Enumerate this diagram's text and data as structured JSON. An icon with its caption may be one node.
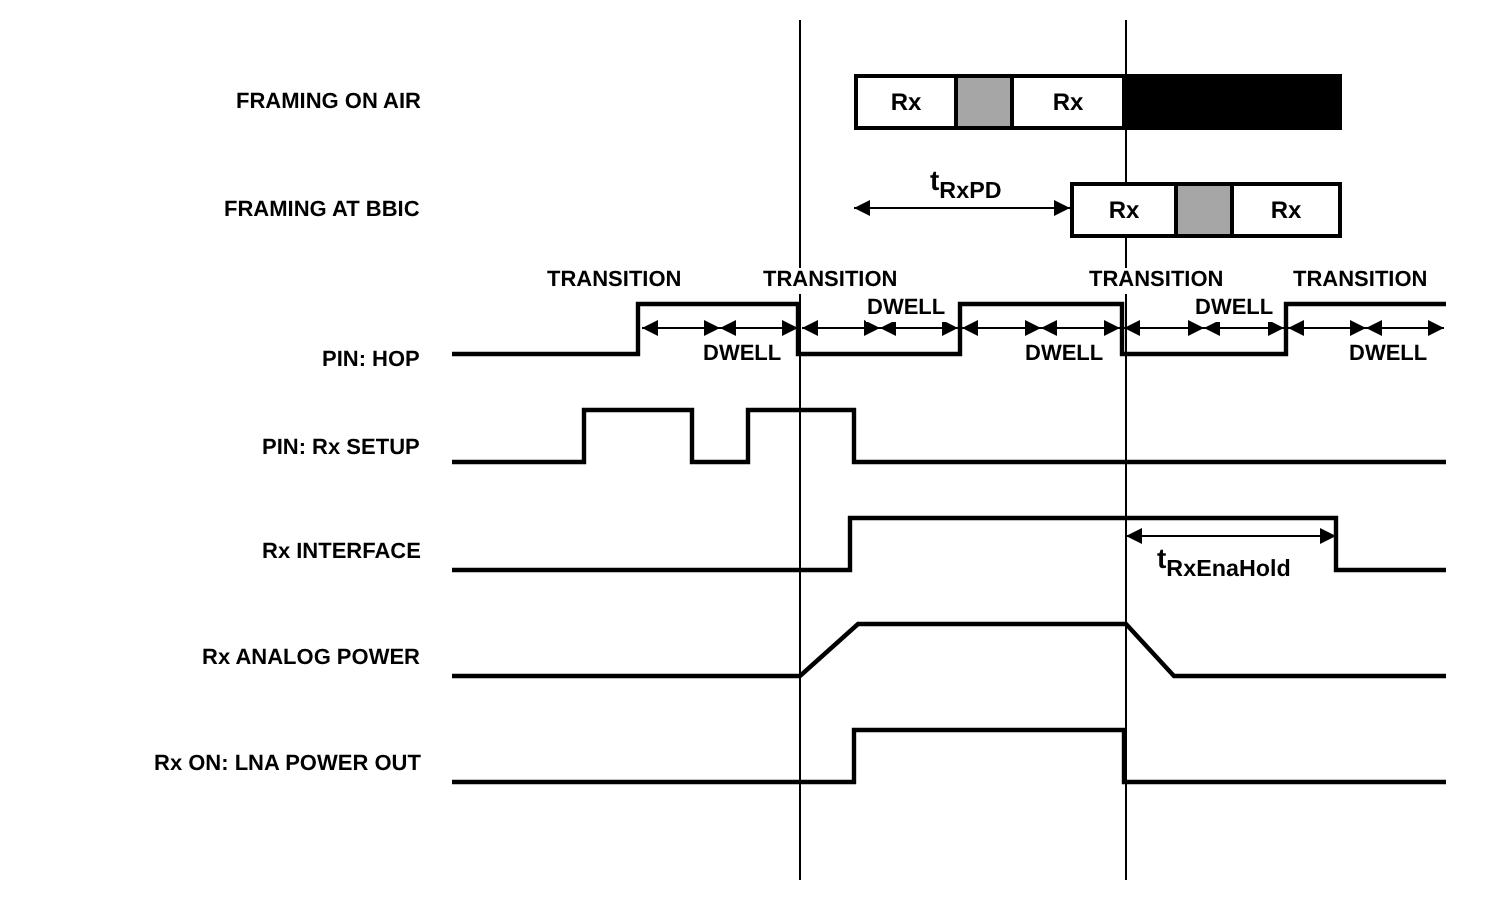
{
  "diagram": {
    "nodes": [
      {
        "text": [
          "Rx"
        ]
      },
      {
        "text": [],
        "shape": "box"
      },
      {
        "text": [
          "Rx"
        ]
      },
      {
        "text": [],
        "shape": "bar"
      },
      {
        "text": [
          "Rx"
        ]
      },
      {
        "text": [],
        "shape": "box"
      },
      {
        "text": [
          "Rx"
        ]
      }
    ],
    "labels": [
      "FRAMING ON AIR",
      "FRAMING AT BBIC",
      "t$_{RxPD}$",
      "TRANSITION",
      "TRANSITION",
      "TRANSITION",
      "TRANSITION",
      "PIN: HOP",
      "DWELL",
      "DWELL",
      "DWELL",
      "DWELL",
      "DWELL",
      "PIN: Rx SETUP",
      "Rx INTERFACE",
      "t$_{RxEnaHold}$",
      "Rx ANALOG POWER",
      "Rx ON: LNA POWER OUT"
    ]
  }
}
